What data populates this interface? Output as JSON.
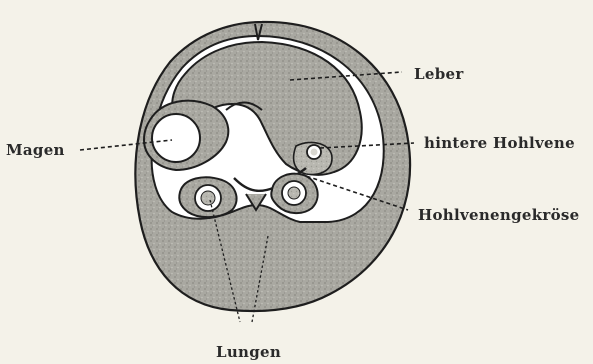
{
  "labels": {
    "leber": "Leber",
    "magen": "Magen",
    "hintere_hohlvene": "hintere Hohlvene",
    "hohlvenengekroese": "Hohlvenengekröse",
    "lungen": "Lungen"
  },
  "colors": {
    "paper": "#f4f2e9",
    "tissue": "#a9a8a1",
    "tissue_dark": "#8e8d86",
    "lumen": "#ffffff",
    "ink": "#1e1e1e"
  }
}
